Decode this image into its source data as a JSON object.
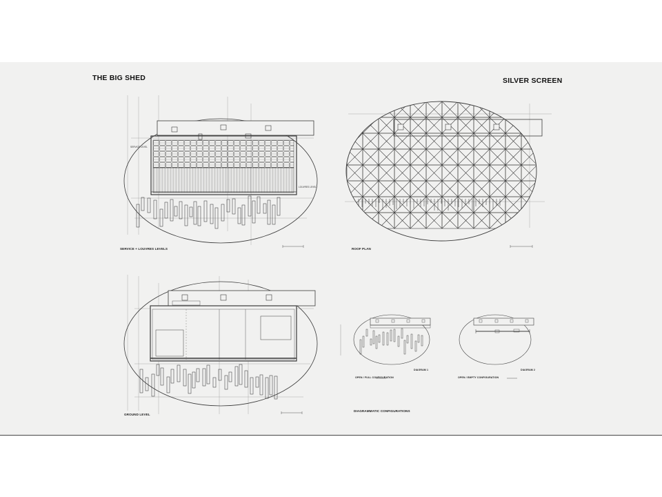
{
  "sheet": {
    "title_left": "THE BIG SHED",
    "title_right": "SILVER SCREEN"
  },
  "captions": {
    "service_levels": "SERVICE + LOUVRES LEVELS",
    "roof_plan": "ROOF PLAN",
    "ground_level": "GROUND LEVEL",
    "diagrammatic": "DIAGRAMMATIC CONFIGURATIONS",
    "open_full": "OPEN / FULL CONFIGURATION",
    "diagram_1": "DIAGRAM 1",
    "open_empty": "OPEN / EMPTY CONFIGURATION",
    "diagram_2": "DIAGRAM 2"
  },
  "labels": {
    "service_level": "SERVICE LEVEL",
    "louvres_level": "LOUVRES LEVEL"
  },
  "colors": {
    "ink": "#3a3a3a",
    "sheet": "#f1f1f0",
    "page": "#ffffff"
  }
}
